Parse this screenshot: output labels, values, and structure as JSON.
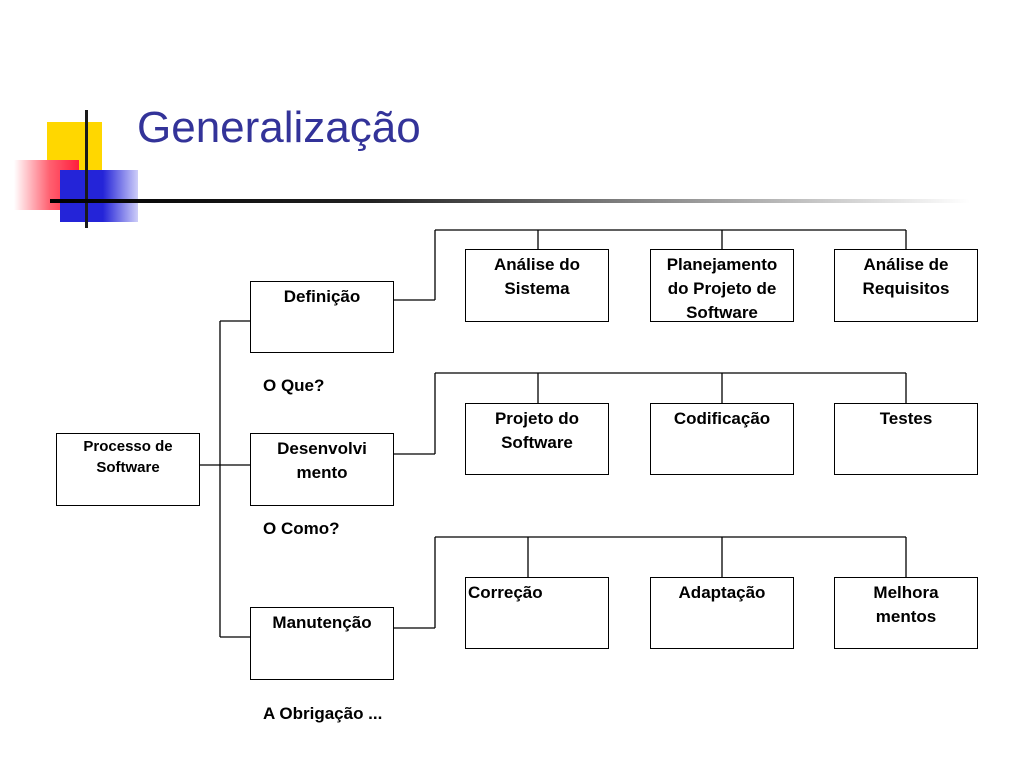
{
  "slide": {
    "title": "Generalização"
  },
  "diagram": {
    "root": "Processo de\nSoftware",
    "phases": [
      {
        "label": "Definição",
        "note": "O Que?",
        "children": [
          "Análise do\nSistema",
          "Planejamento\ndo Projeto de\nSoftware",
          "Análise de\nRequisitos"
        ]
      },
      {
        "label": "Desenvolvi\nmento",
        "note": "O Como?",
        "children": [
          "Projeto do\nSoftware",
          "Codificação",
          "Testes"
        ]
      },
      {
        "label": "Manutenção",
        "note": "A Obrigação ...",
        "children": [
          "Correção",
          "Adaptação",
          "Melhora\nmentos"
        ]
      }
    ]
  }
}
